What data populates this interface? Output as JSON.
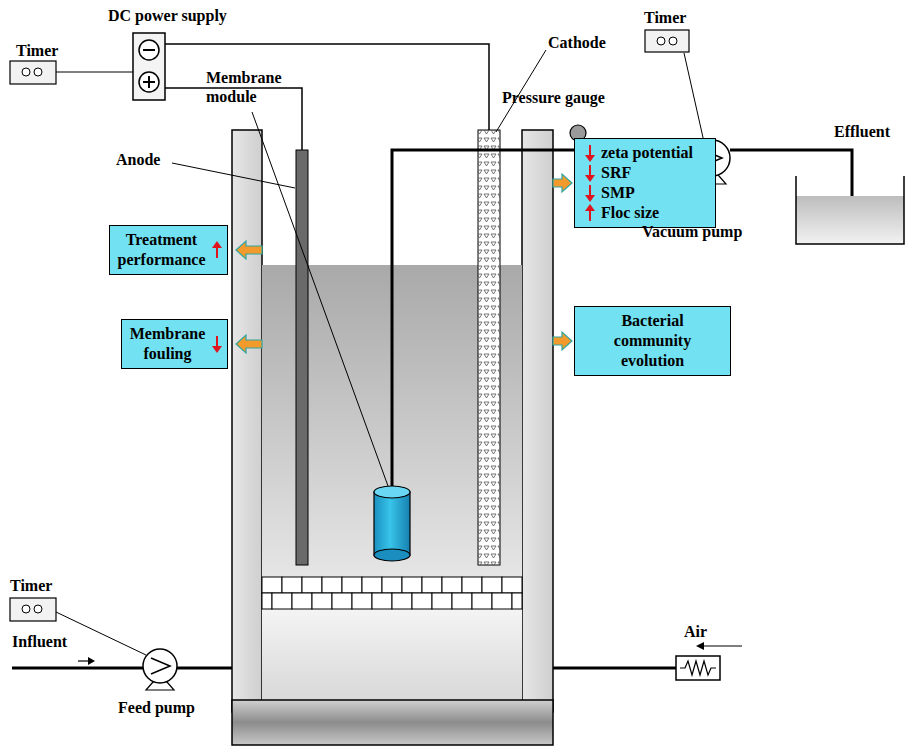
{
  "diagram": {
    "nodes": [
      {
        "text": [
          "Treatment performance"
        ]
      },
      {
        "text": [
          "Membrane fouling"
        ]
      },
      {
        "text": [
          "zeta potential",
          "SRF",
          "SMP",
          "Floc size"
        ]
      },
      {
        "text": [
          "Bacterial community evolution"
        ]
      }
    ],
    "labels": [
      "DC power supply",
      "Timer",
      "Pressure gauge",
      "Timer",
      "Effluent",
      "Anode",
      "Cathode",
      "Membrane module",
      "Vacuum pump",
      "Timer",
      "Influent",
      "Air",
      "Feed pump"
    ]
  }
}
